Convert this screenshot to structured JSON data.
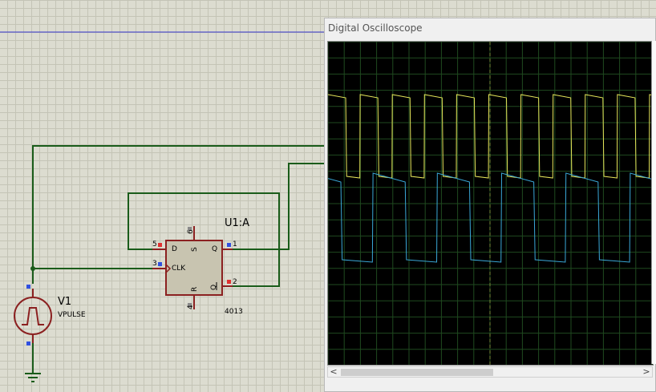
{
  "schematic": {
    "source": {
      "name": "V1",
      "type": "VPULSE"
    },
    "flipflop": {
      "ref": "U1:A",
      "part": "4013",
      "pins": {
        "d": {
          "label": "D",
          "number": "5"
        },
        "clk": {
          "label": "CLK",
          "number": "3"
        },
        "s": {
          "label": "S",
          "number": "6"
        },
        "r": {
          "label": "R",
          "number": "4"
        },
        "q": {
          "label": "Q",
          "number": "1"
        },
        "qbar": {
          "label": "Q",
          "number": "2"
        }
      }
    }
  },
  "oscilloscope": {
    "title": "Digital Oscilloscope",
    "scroll_left": "<",
    "scroll_right": ">",
    "channels": [
      {
        "name": "yellow-trace",
        "color": "#e6e65a",
        "period_fraction": 0.099
      },
      {
        "name": "blue-trace",
        "color": "#3aa8d8",
        "period_fraction": 0.198
      }
    ]
  },
  "colors": {
    "wire": "#1a5c1a",
    "component": "#8b2020",
    "component_fill": "#c8c4b0",
    "pin_blue": "#3050e0",
    "pin_red": "#e03030",
    "grid_bg": "#dcdcd0"
  }
}
